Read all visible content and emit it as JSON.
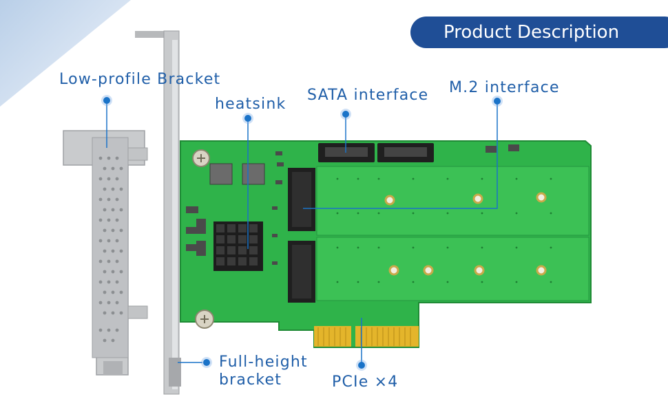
{
  "title": "Product Description",
  "labels": {
    "low_profile": "Low-profile Bracket",
    "heatsink": "heatsink",
    "sata": "SATA interface",
    "m2": "M.2 interface",
    "full_height_line1": "Full-height",
    "full_height_line2": "bracket",
    "pcie": "PCIe ×4"
  },
  "colors": {
    "title_bg": "#1f4e96",
    "label_text": "#1f5ea8",
    "pcb": "#2fb34a",
    "marker": "#1a73c8"
  }
}
